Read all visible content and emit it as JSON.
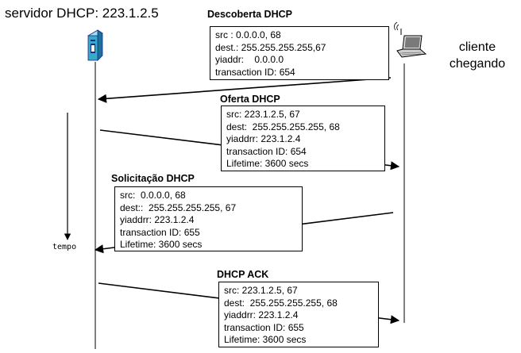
{
  "server_label": "servidor DHCP: 223.1.2.5",
  "client_label": [
    "cliente",
    "chegando"
  ],
  "time_label": "tempo",
  "messages": [
    {
      "title": "Descoberta DHCP",
      "direction": "client-to-server",
      "fields": [
        "src : 0.0.0.0, 68",
        "dest.: 255.255.255.255,67",
        "yiaddr:    0.0.0.0",
        "transaction ID: 654"
      ]
    },
    {
      "title": "Oferta DHCP",
      "direction": "server-to-client",
      "fields": [
        "src: 223.1.2.5, 67",
        "dest:  255.255.255.255, 68",
        "yiaddrr: 223.1.2.4",
        "transaction ID: 654",
        "Lifetime: 3600 secs"
      ]
    },
    {
      "title": "Solicitação DHCP",
      "direction": "client-to-server",
      "fields": [
        "src:  0.0.0.0, 68",
        "dest::  255.255.255.255, 67",
        "yiaddrr: 223.1.2.4",
        "transaction ID: 655",
        "Lifetime: 3600 secs"
      ]
    },
    {
      "title": "DHCP ACK",
      "direction": "server-to-client",
      "fields": [
        "src: 223.1.2.5, 67",
        "dest:  255.255.255.255, 68",
        "yiaddrr: 223.1.2.4",
        "transaction ID: 655",
        "Lifetime: 3600 secs"
      ]
    }
  ],
  "icons": {
    "server": "server-tower-icon",
    "client": "laptop-wireless-icon"
  },
  "colors": {
    "server_body": "#39a9c9",
    "server_dark": "#0d2f8a",
    "line": "#000000"
  }
}
